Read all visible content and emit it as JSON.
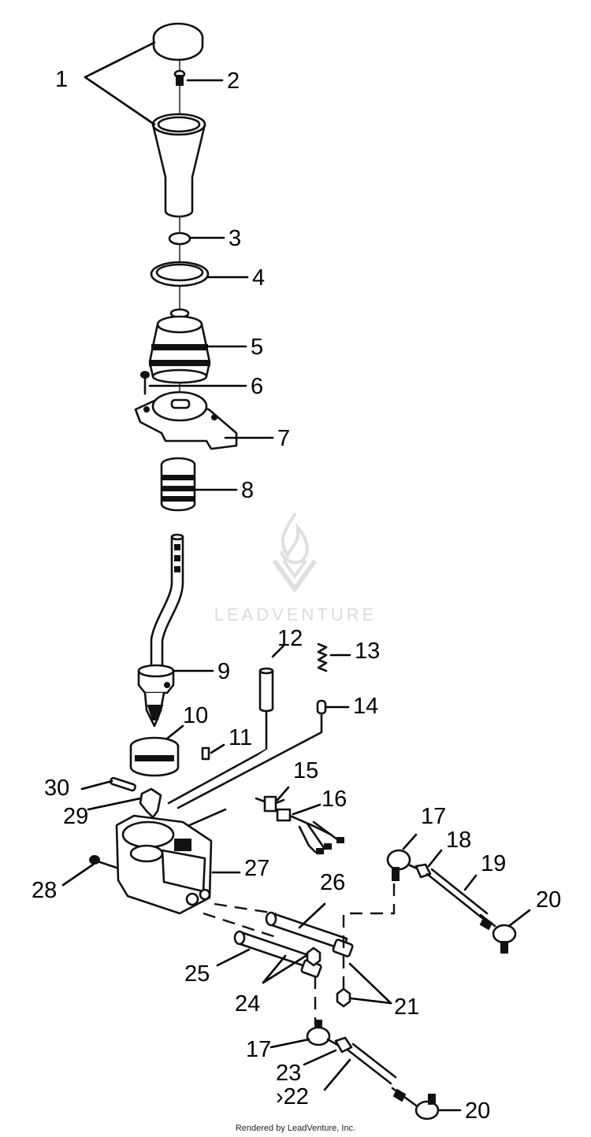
{
  "callouts": [
    {
      "id": "1",
      "label": "1"
    },
    {
      "id": "2",
      "label": "2"
    },
    {
      "id": "3",
      "label": "3"
    },
    {
      "id": "4",
      "label": "4"
    },
    {
      "id": "5",
      "label": "5"
    },
    {
      "id": "6",
      "label": "6"
    },
    {
      "id": "7",
      "label": "7"
    },
    {
      "id": "8",
      "label": "8"
    },
    {
      "id": "9",
      "label": "9"
    },
    {
      "id": "10",
      "label": "10"
    },
    {
      "id": "11",
      "label": "11"
    },
    {
      "id": "12",
      "label": "12"
    },
    {
      "id": "13",
      "label": "13"
    },
    {
      "id": "14",
      "label": "14"
    },
    {
      "id": "15",
      "label": "15"
    },
    {
      "id": "16",
      "label": "16"
    },
    {
      "id": "17a",
      "label": "17"
    },
    {
      "id": "17b",
      "label": "17"
    },
    {
      "id": "18",
      "label": "18"
    },
    {
      "id": "19",
      "label": "19"
    },
    {
      "id": "20a",
      "label": "20"
    },
    {
      "id": "20b",
      "label": "20"
    },
    {
      "id": "21",
      "label": "21"
    },
    {
      "id": "22",
      "label": "›22"
    },
    {
      "id": "23",
      "label": "23"
    },
    {
      "id": "24",
      "label": "24"
    },
    {
      "id": "25",
      "label": "25"
    },
    {
      "id": "26",
      "label": "26"
    },
    {
      "id": "27",
      "label": "27"
    },
    {
      "id": "28",
      "label": "28"
    },
    {
      "id": "29",
      "label": "29"
    },
    {
      "id": "30",
      "label": "30"
    }
  ],
  "watermark": "LEADVENTURE",
  "footer": "Rendered by LeadVenture, Inc.",
  "colors": {
    "ink": "#111111",
    "watermark": "#dcdcdc"
  }
}
